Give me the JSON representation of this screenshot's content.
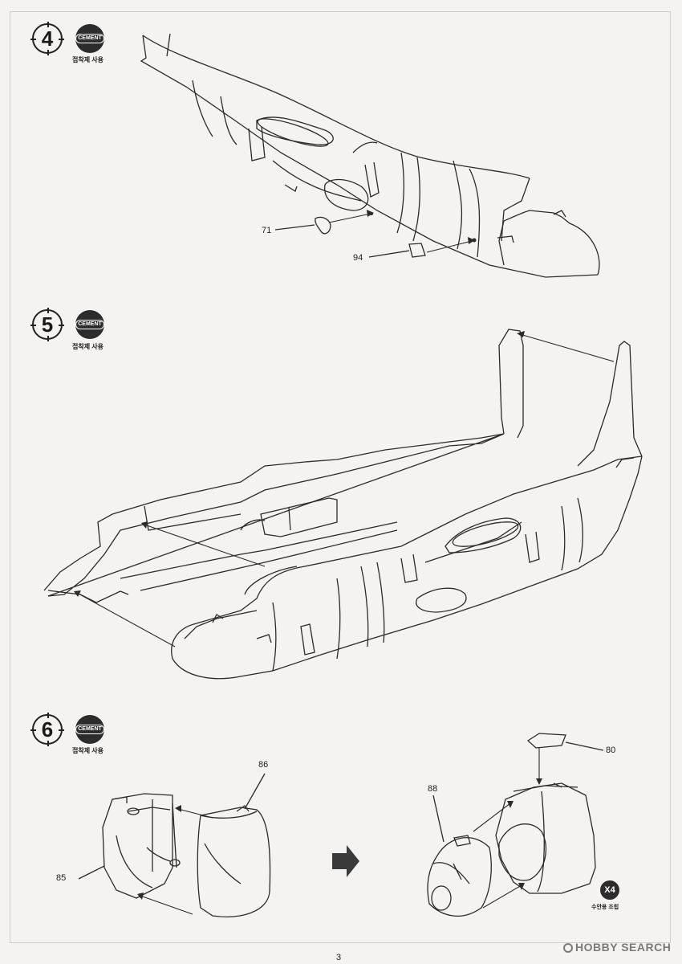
{
  "steps": [
    {
      "number": "4",
      "cement": "CEMENT",
      "cement_caption": "접착제 사용"
    },
    {
      "number": "5",
      "cement": "CEMENT",
      "cement_caption": "접착제 사용"
    },
    {
      "number": "6",
      "cement": "CEMENT",
      "cement_caption": "접착제 사용"
    }
  ],
  "parts": {
    "p71": "71",
    "p94": "94",
    "p86": "86",
    "p85": "85",
    "p88": "88",
    "p80": "80"
  },
  "x4": {
    "label": "X4",
    "caption": "수안용 조립"
  },
  "watermark": "HOBBY SEARCH",
  "page_number": "3"
}
